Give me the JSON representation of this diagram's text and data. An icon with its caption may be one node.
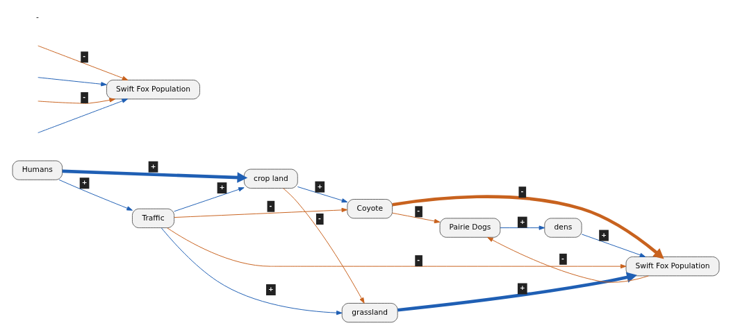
{
  "diagram": {
    "nodes": [
      {
        "text": [
          "crop land"
        ]
      },
      {
        "text": [
          "Coyote"
        ]
      },
      {
        "text": [
          "Pairie Dogs"
        ]
      },
      {
        "text": [
          "grassland"
        ]
      },
      {
        "text": [
          "dens"
        ]
      },
      {
        "text": [
          "Humans"
        ]
      },
      {
        "text": [
          "Swift Fox Population"
        ]
      },
      {
        "text": [
          "Traffic"
        ]
      },
      {
        "text": [
          "Swift Fox Population"
        ]
      }
    ],
    "edges": [
      {
        "from": 0,
        "to": 1,
        "arrow": "to",
        "label": "+"
      },
      {
        "from": 0,
        "to": 3,
        "arrow": "to",
        "label": "-",
        "color": "#c8621e"
      },
      {
        "from": 1,
        "to": 2,
        "arrow": "to",
        "label": "-",
        "color": "#c8621e"
      },
      {
        "from": 1,
        "to": 6,
        "arrow": "to",
        "label": "-",
        "color": "#c8621e",
        "style": "thick"
      },
      {
        "from": 2,
        "to": 4,
        "arrow": "to",
        "label": "+"
      },
      {
        "from": 4,
        "to": 6,
        "arrow": "to",
        "label": "+"
      },
      {
        "from": 5,
        "to": 0,
        "arrow": "to",
        "label": "+",
        "style": "thick"
      },
      {
        "from": 5,
        "to": 7,
        "arrow": "to",
        "label": "+"
      },
      {
        "from": 7,
        "to": 0,
        "arrow": "to",
        "label": "+"
      },
      {
        "from": 7,
        "to": 3,
        "arrow": "to",
        "label": "+"
      },
      {
        "from": 7,
        "to": 1,
        "arrow": "to",
        "label": "-",
        "color": "#c8621e"
      },
      {
        "from": 7,
        "to": 6,
        "arrow": "to",
        "label": "-",
        "color": "#c8621e"
      },
      {
        "from": 3,
        "to": 6,
        "arrow": "to",
        "label": "+",
        "style": "thick"
      },
      {
        "from": 6,
        "to": 2,
        "arrow": "to",
        "label": "-",
        "color": "#c8621e"
      },
      {
        "from": null,
        "to": 8,
        "arrow": "to",
        "label": "-",
        "color": "#c8621e"
      },
      {
        "from": null,
        "to": 8,
        "arrow": "to"
      },
      {
        "from": null,
        "to": 8,
        "arrow": "to",
        "label": "-",
        "color": "#c8621e"
      },
      {
        "from": null,
        "to": 8,
        "arrow": "to"
      }
    ],
    "labels": [
      "-"
    ]
  }
}
